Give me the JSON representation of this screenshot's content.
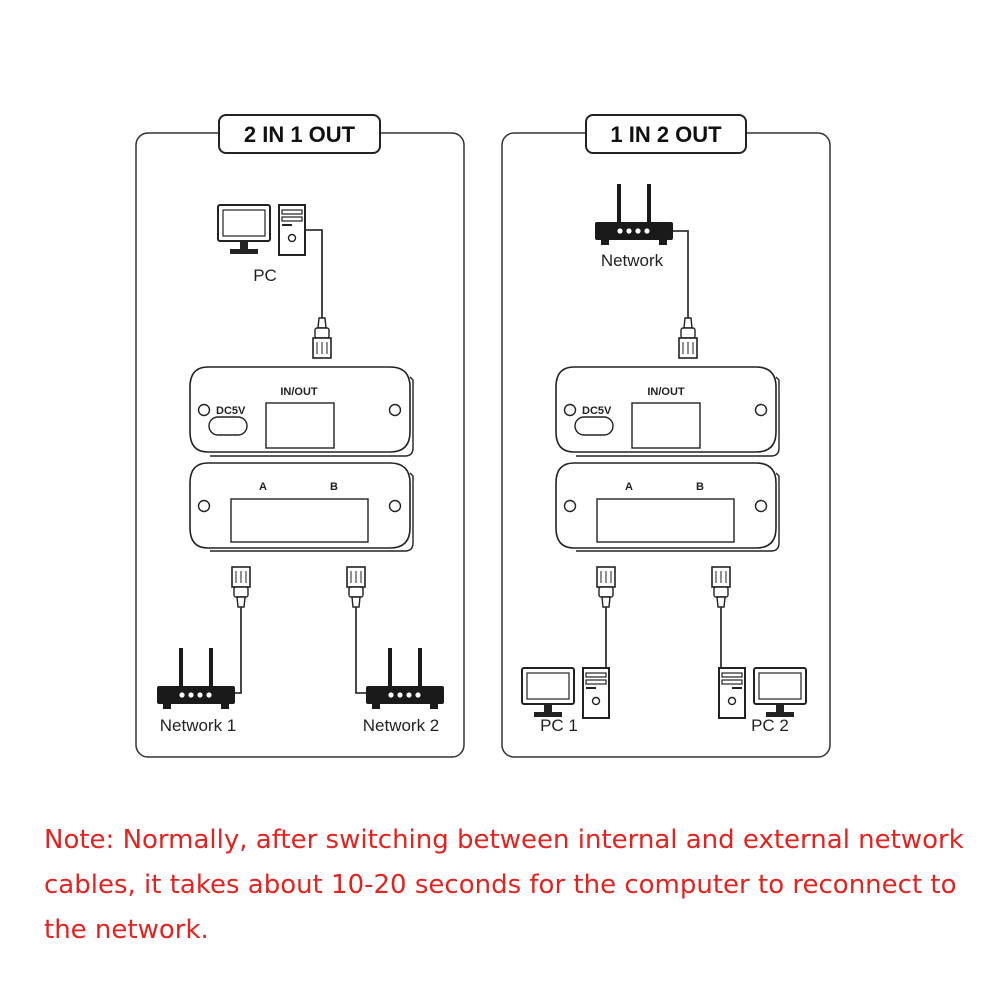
{
  "panels": [
    {
      "title": "2 IN 1 OUT",
      "top_device_label": "PC",
      "switch": {
        "power_label": "DC5V",
        "io_label": "IN/OUT",
        "port_a_label": "A",
        "port_b_label": "B"
      },
      "bottom_left_label": "Network 1",
      "bottom_right_label": "Network 2"
    },
    {
      "title": "1 IN 2 OUT",
      "top_device_label": "Network",
      "switch": {
        "power_label": "DC5V",
        "io_label": "IN/OUT",
        "port_a_label": "A",
        "port_b_label": "B"
      },
      "bottom_left_label": "PC 1",
      "bottom_right_label": "PC 2"
    }
  ],
  "note": "Note: Normally, after switching between internal and external network cables, it takes about 10-20 seconds for the computer to reconnect to the network.",
  "colors": {
    "note_text": "#e4231f",
    "line_art": "#222222"
  },
  "icons": [
    "pc-icon",
    "router-icon",
    "rj45-connector-icon",
    "network-switch-icon"
  ]
}
